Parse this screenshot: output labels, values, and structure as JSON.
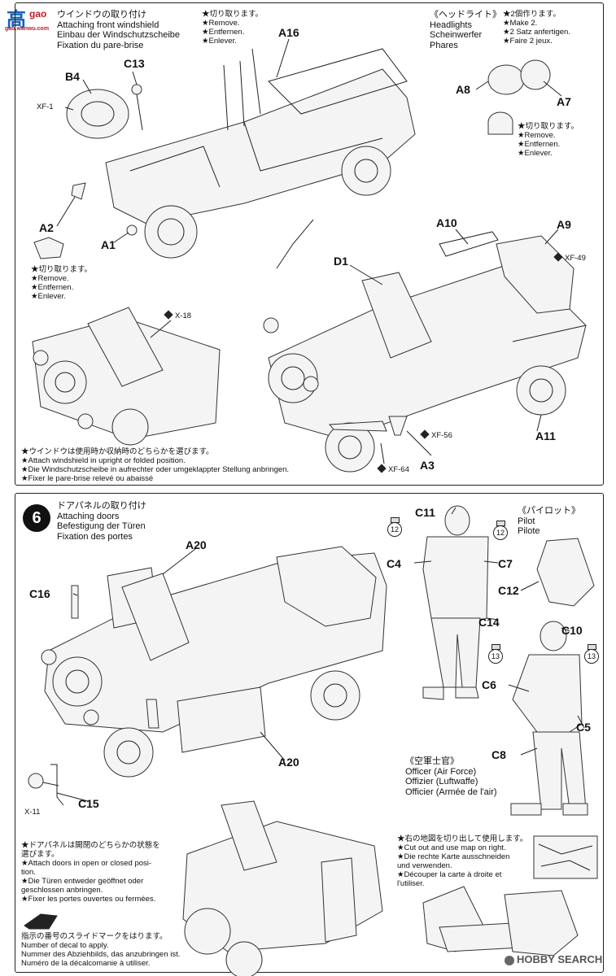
{
  "logo": {
    "text_main": "高",
    "text_sub": "gao",
    "cn_site": "gao.wanwu.com"
  },
  "step5": {
    "title_jp": "ウインドウの取り付け",
    "title_en": "Attaching front windshield",
    "title_de": "Einbau der Windschutzscheibe",
    "title_fr": "Fixation du pare-brise",
    "cutoff_top": [
      "★切り取ります。",
      "★Remove.",
      "★Entfernen.",
      "★Enlever."
    ],
    "headlights_title": [
      "《ヘッドライト》",
      "Headlights",
      "Scheinwerfer",
      "Phares"
    ],
    "make2": [
      "★2個作ります。",
      "★Make 2.",
      "★2 Satz anfertigen.",
      "★Faire 2 jeux."
    ],
    "cutoff_right": [
      "★切り取ります。",
      "★Remove.",
      "★Entfernen.",
      "★Enlever."
    ],
    "cutoff_left": [
      "★切り取ります。",
      "★Remove.",
      "★Entfernen.",
      "★Enlever."
    ],
    "windshield_note": [
      "★ウインドウは使用時か収納時のどちらかを選びます。",
      "★Attach windshield in upright or folded position.",
      "★Die Windschutzscheibe in aufrechter oder umgeklappter Stellung anbringen.",
      "★Fixer le pare-brise relevé ou abaissé"
    ],
    "parts": {
      "a16": "A16",
      "c13": "C13",
      "b4": "B4",
      "xf1": "XF-1",
      "a2": "A2",
      "a1": "A1",
      "a8": "A8",
      "a7": "A7",
      "a10": "A10",
      "a9": "A9",
      "xf49": "XF-49",
      "d1": "D1",
      "x18": "X-18",
      "xf56": "XF-56",
      "a11": "A11",
      "a3": "A3",
      "xf64": "XF-64"
    }
  },
  "step6": {
    "number": "6",
    "title_jp": "ドアパネルの取り付け",
    "title_en": "Attaching doors",
    "title_de": "Befestigung der Türen",
    "title_fr": "Fixation des portes",
    "pilot_title": [
      "《パイロット》",
      "Pilot",
      "Pilote"
    ],
    "officer_title": [
      "《空軍士官》",
      "Officer (Air Force)",
      "Offizier (Luftwaffe)",
      "Officier (Armée de l'air)"
    ],
    "doors_note": [
      "★ドアパネルは開閉のどちらかの状態を",
      "選びます。",
      "★Attach doors in open or closed posi-",
      "tion.",
      "★Die Türen entweder geöffnet oder",
      "geschlossen anbringen.",
      "★Fixer les portes ouvertes ou fermées."
    ],
    "map_note": [
      "★右の地図を切り出して使用します。",
      "★Cut out and use map on right.",
      "★Die rechte Karte ausschneiden",
      "und verwenden.",
      "★Découper la carte à droite et",
      "l'utiliser."
    ],
    "decal_legend": [
      "指示の番号のスライドマークをはります。",
      "Number of decal to apply.",
      "Nummer des Abziehbilds, das anzubringen ist.",
      "Numéro de la décalcomanie à utiliser."
    ],
    "parts": {
      "a20a": "A20",
      "a20b": "A20",
      "c16": "C16",
      "c15": "C15",
      "x11": "X-11",
      "c11": "C11",
      "c4": "C4",
      "c7": "C7",
      "c12": "C12",
      "c14": "C14",
      "c10": "C10",
      "c6": "C6",
      "c5": "C5",
      "c8": "C8"
    },
    "decals": {
      "d12a": "12",
      "d12b": "12",
      "d13a": "13",
      "d13b": "13"
    }
  },
  "watermark": "HOBBY SEARCH"
}
